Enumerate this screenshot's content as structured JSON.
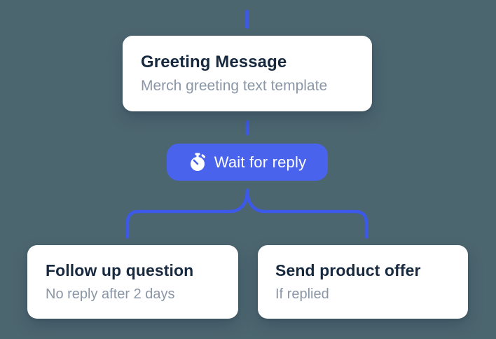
{
  "flow": {
    "greeting_node": {
      "title": "Greeting Message",
      "subtitle": "Merch greeting text template"
    },
    "wait_node": {
      "label": "Wait for reply",
      "icon": "stopwatch-icon"
    },
    "branch_left_node": {
      "title": "Follow up question",
      "subtitle": "No reply after 2 days"
    },
    "branch_right_node": {
      "title": "Send product offer",
      "subtitle": "If replied"
    }
  },
  "colors": {
    "background": "#4C6670",
    "connector_blue": "#3D59E9",
    "pill_blue": "#4A63ED",
    "card_background": "#FFFFFF",
    "title_text": "#17293E",
    "subtitle_text": "#8A96A6",
    "pill_text": "#FFFFFF"
  }
}
